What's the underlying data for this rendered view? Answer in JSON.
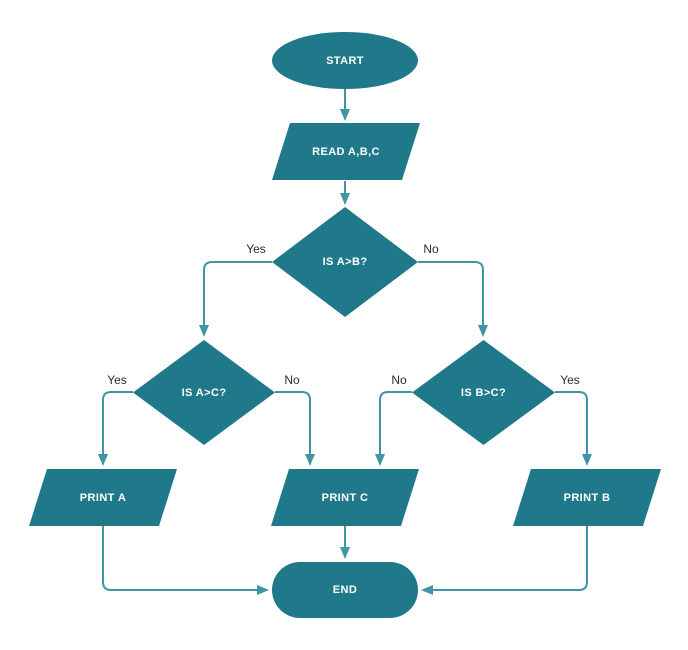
{
  "colors": {
    "shape_fill": "#20798b",
    "connector": "#3f94a6",
    "node_text": "#ffffff",
    "edge_label_text": "#2d2d2d",
    "background": "#ffffff"
  },
  "flowchart": {
    "nodes": {
      "start": {
        "label": "START",
        "type": "terminator"
      },
      "read": {
        "label": "READ A,B,C",
        "type": "io"
      },
      "cond1": {
        "label": "IS A>B?",
        "type": "decision"
      },
      "cond2": {
        "label": "IS A>C?",
        "type": "decision"
      },
      "cond3": {
        "label": "IS B>C?",
        "type": "decision"
      },
      "printA": {
        "label": "PRINT A",
        "type": "io"
      },
      "printC": {
        "label": "PRINT C",
        "type": "io"
      },
      "printB": {
        "label": "PRINT B",
        "type": "io"
      },
      "end": {
        "label": "END",
        "type": "terminator"
      }
    },
    "edge_labels": {
      "cond1_yes": "Yes",
      "cond1_no": "No",
      "cond2_yes": "Yes",
      "cond2_no": "No",
      "cond3_no": "No",
      "cond3_yes": "Yes"
    }
  }
}
